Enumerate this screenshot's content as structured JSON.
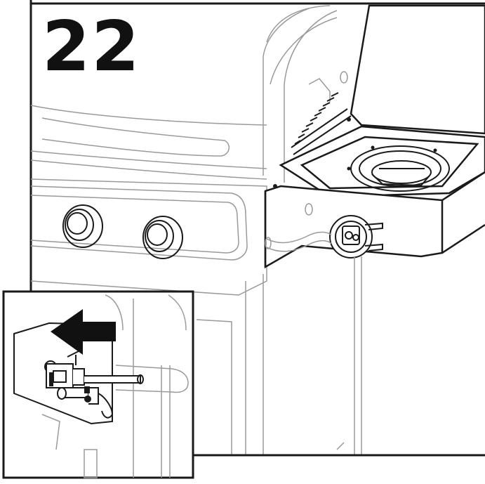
{
  "step": {
    "number": "22"
  },
  "colors": {
    "line": "#1a1a1a",
    "faint": "#9a9a9a",
    "arrow": "#111111",
    "background": "#ffffff"
  },
  "figure": {
    "main_view": "grill-side-burner-assembly",
    "inset_view": "valve-detail-with-removal-arrow",
    "arrow_direction": "left"
  }
}
